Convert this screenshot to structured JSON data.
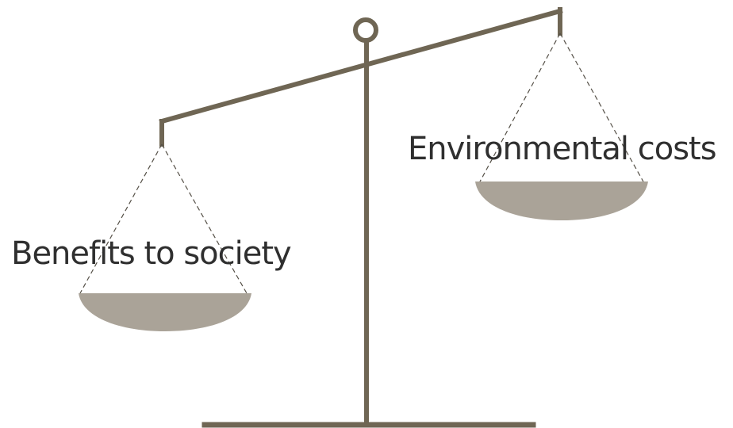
{
  "labels": {
    "left_pan": "Benefits to society",
    "right_pan": "Environmental costs"
  },
  "colors": {
    "frame": "#6f6654",
    "pan": "#aaa398",
    "text": "#2f2f2f",
    "background": "#ffffff"
  },
  "state": {
    "heavier_side": "left",
    "lighter_side": "right"
  }
}
